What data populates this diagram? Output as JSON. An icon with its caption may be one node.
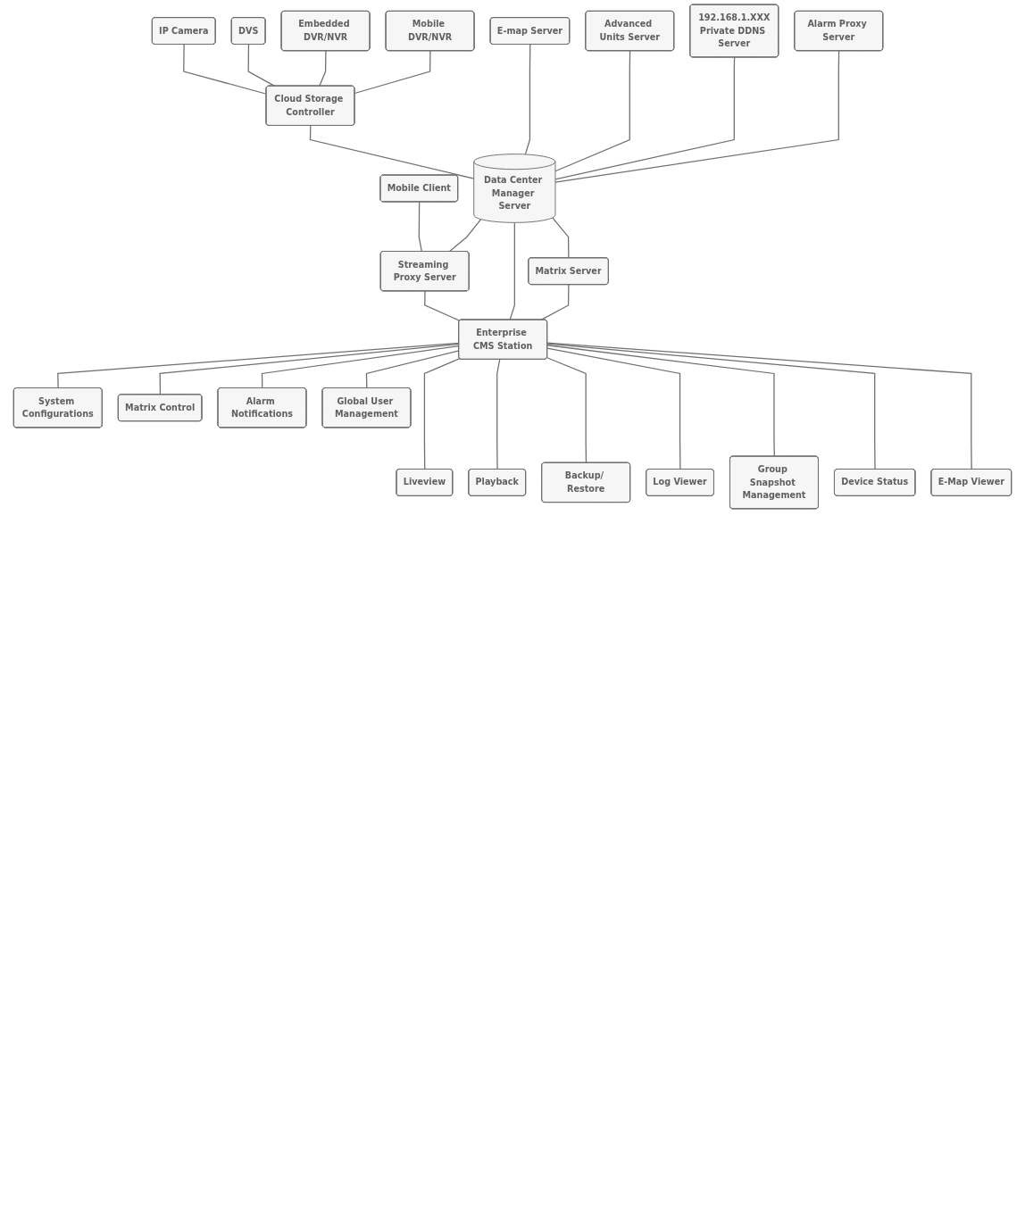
{
  "diagram": {
    "nodes": [
      {
        "text": [
          "IP Camera"
        ]
      },
      {
        "text": [
          "DVS"
        ]
      },
      {
        "text": [
          "Embedded DVR/NVR"
        ]
      },
      {
        "text": [
          "Mobile DVR/NVR"
        ]
      },
      {
        "text": [
          "Cloud Storage Controller"
        ]
      },
      {
        "text": [
          "E-map Server"
        ]
      },
      {
        "text": [
          "Advanced Units Server"
        ]
      },
      {
        "text": [
          "192.168.1.XXX",
          "Private DDNS Server"
        ]
      },
      {
        "text": [
          "Alarm Proxy Server"
        ]
      },
      {
        "text": [
          "Data Center Manager Server"
        ]
      },
      {
        "text": [
          "Mobile Client"
        ]
      },
      {
        "text": [
          "Streaming Proxy Server"
        ]
      },
      {
        "text": [
          "Matrix Server"
        ]
      },
      {
        "text": [
          "Enterprise CMS Station"
        ]
      },
      {
        "text": [
          "System Configurations"
        ]
      },
      {
        "text": [
          "Matrix Control"
        ]
      },
      {
        "text": [
          "Alarm Notifications"
        ]
      },
      {
        "text": [
          "Global User Management"
        ]
      },
      {
        "text": [
          "Liveview"
        ]
      },
      {
        "text": [
          "Playback"
        ]
      },
      {
        "text": [
          "Backup/ Restore"
        ]
      },
      {
        "text": [
          "Log Viewer"
        ]
      },
      {
        "text": [
          "Group Snapshot Management"
        ]
      },
      {
        "text": [
          "Device Status"
        ]
      },
      {
        "text": [
          "E-Map Viewer"
        ]
      }
    ],
    "edges": [
      {
        "from": 0,
        "to": 4,
        "arrow": "none"
      },
      {
        "from": 1,
        "to": 4,
        "arrow": "none"
      },
      {
        "from": 2,
        "to": 4,
        "arrow": "none"
      },
      {
        "from": 3,
        "to": 4,
        "arrow": "none"
      },
      {
        "from": 4,
        "to": 9,
        "arrow": "none"
      },
      {
        "from": 5,
        "to": 9,
        "arrow": "none"
      },
      {
        "from": 6,
        "to": 9,
        "arrow": "none"
      },
      {
        "from": 7,
        "to": 9,
        "arrow": "none"
      },
      {
        "from": 8,
        "to": 9,
        "arrow": "none"
      },
      {
        "from": 10,
        "to": 11,
        "arrow": "none"
      },
      {
        "from": 9,
        "to": 11,
        "arrow": "none"
      },
      {
        "from": 9,
        "to": 12,
        "arrow": "none"
      },
      {
        "from": 11,
        "to": 13,
        "arrow": "none"
      },
      {
        "from": 9,
        "to": 13,
        "arrow": "none"
      },
      {
        "from": 12,
        "to": 13,
        "arrow": "none"
      },
      {
        "from": 13,
        "to": 14,
        "arrow": "none"
      },
      {
        "from": 13,
        "to": 15,
        "arrow": "none"
      },
      {
        "from": 13,
        "to": 16,
        "arrow": "none"
      },
      {
        "from": 13,
        "to": 17,
        "arrow": "none"
      },
      {
        "from": 13,
        "to": 18,
        "arrow": "none"
      },
      {
        "from": 13,
        "to": 19,
        "arrow": "none"
      },
      {
        "from": 13,
        "to": 20,
        "arrow": "none"
      },
      {
        "from": 13,
        "to": 21,
        "arrow": "none"
      },
      {
        "from": 13,
        "to": 22,
        "arrow": "none"
      },
      {
        "from": 13,
        "to": 23,
        "arrow": "none"
      },
      {
        "from": 13,
        "to": 24,
        "arrow": "none"
      }
    ]
  }
}
